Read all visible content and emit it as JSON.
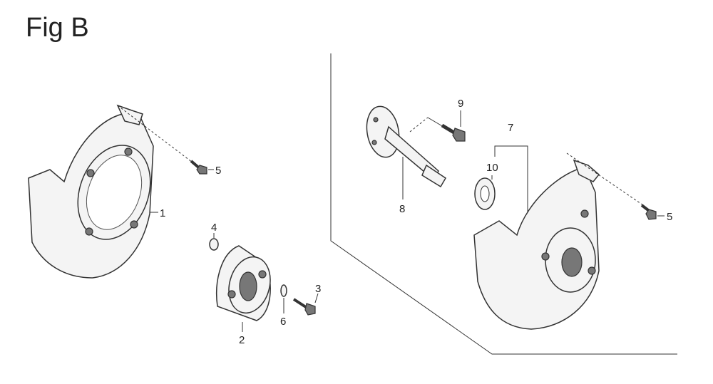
{
  "figure": {
    "title": "Fig B"
  },
  "callouts": {
    "c1": "1",
    "c2": "2",
    "c3": "3",
    "c4": "4",
    "c5a": "5",
    "c6": "6",
    "c5b": "5",
    "c7": "7",
    "c8": "8",
    "c9": "9",
    "c10": "10"
  }
}
